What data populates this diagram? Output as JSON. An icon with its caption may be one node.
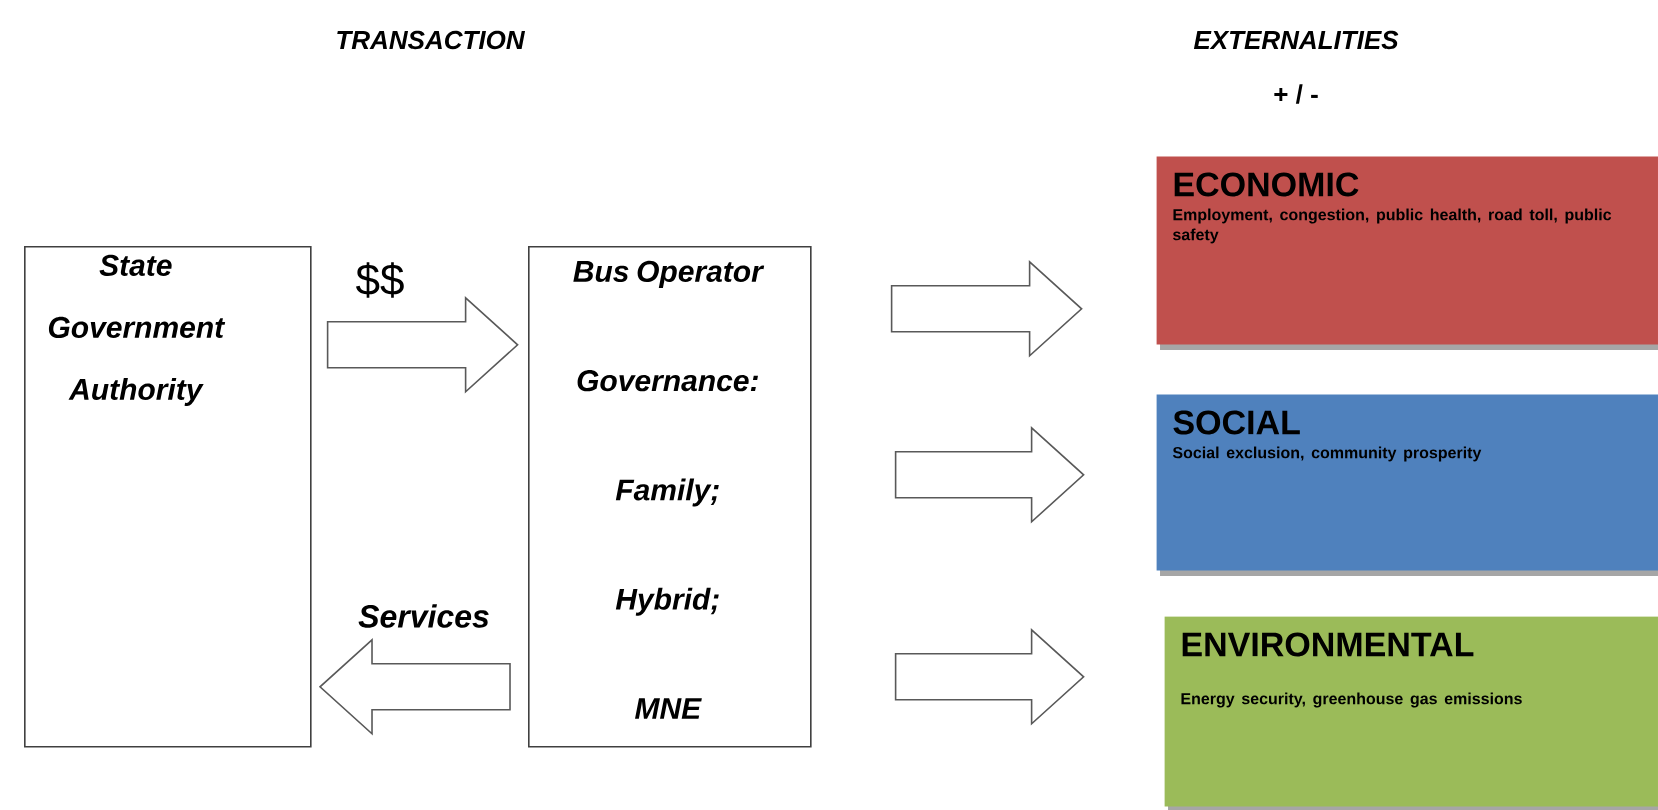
{
  "diagram": {
    "nodes": [
      {
        "text": [
          "State Government Authority"
        ]
      },
      {
        "text": [
          "Bus Operator",
          "Governance:",
          "Family;",
          "Hybrid;",
          "MNE"
        ]
      },
      {
        "text": [
          "ECONOMIC",
          "Employment, congestion, public health, road toll, public safety"
        ]
      },
      {
        "text": [
          "SOCIAL",
          "Social exclusion, community prosperity"
        ]
      },
      {
        "text": [
          "ENVIRONMENTAL",
          "Energy security, greenhouse  gas emissions"
        ]
      }
    ],
    "edges": [
      {
        "from": 0,
        "to": 1,
        "arrow": "to",
        "label": "$$"
      },
      {
        "from": 1,
        "to": 0,
        "arrow": "to",
        "label": "Services"
      },
      {
        "from": 1,
        "to": 2,
        "arrow": "to"
      },
      {
        "from": 1,
        "to": 3,
        "arrow": "to"
      },
      {
        "from": 1,
        "to": 4,
        "arrow": "to"
      }
    ],
    "labels": [
      "TRANSACTION",
      "EXTERNALITIES",
      "+ / -"
    ]
  }
}
